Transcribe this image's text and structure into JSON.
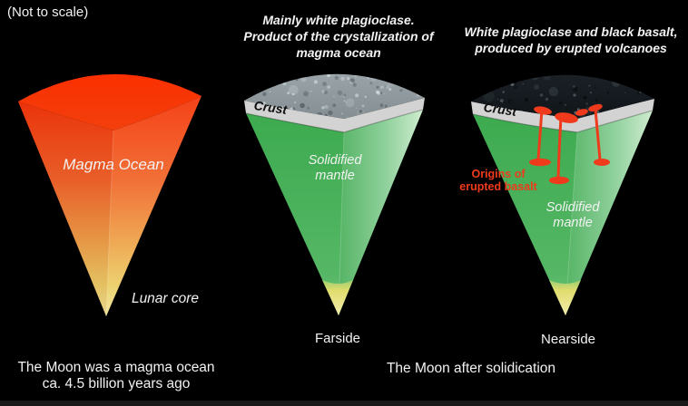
{
  "scale_note": "(Not to scale)",
  "left_panel": {
    "body_label": "Magma Ocean",
    "core_label": "Lunar core",
    "caption_line1": "The Moon was a magma ocean",
    "caption_line2": "ca. 4.5 billion years ago"
  },
  "middle_panel": {
    "heading_line1": "Mainly white plagioclase.",
    "heading_line2": "Product of the crystallization of",
    "heading_line3": "magma ocean",
    "crust_label": "Crust",
    "mantle_line1": "Solidified",
    "mantle_line2": "mantle",
    "side_label": "Farside"
  },
  "right_panel": {
    "heading_line1": "White plagioclase and black basalt,",
    "heading_line2": "produced by erupted volcanoes",
    "crust_label": "Crust",
    "mantle_line1": "Solidified",
    "mantle_line2": "mantle",
    "origins_line1": "Origins of",
    "origins_line2": "erupted basalt",
    "side_label": "Nearside"
  },
  "bottom_caption": "The Moon after solidication",
  "colors": {
    "background": "#000000",
    "magma_top_red": "#fb2f04",
    "magma_mid_orange": "#f0662c",
    "core_yellow": "#ece18a",
    "mantle_green": "#41aa54",
    "mantle_green_light": "#cfeccf",
    "crust_gray": "#d3d3d3",
    "farside_surface_gray": "#939da2",
    "nearside_surface_dark": "#171c21",
    "erupted_basalt_red": "#ef3a1c",
    "text_white": "#f2f2f2",
    "text_black": "#0e0e0e"
  }
}
